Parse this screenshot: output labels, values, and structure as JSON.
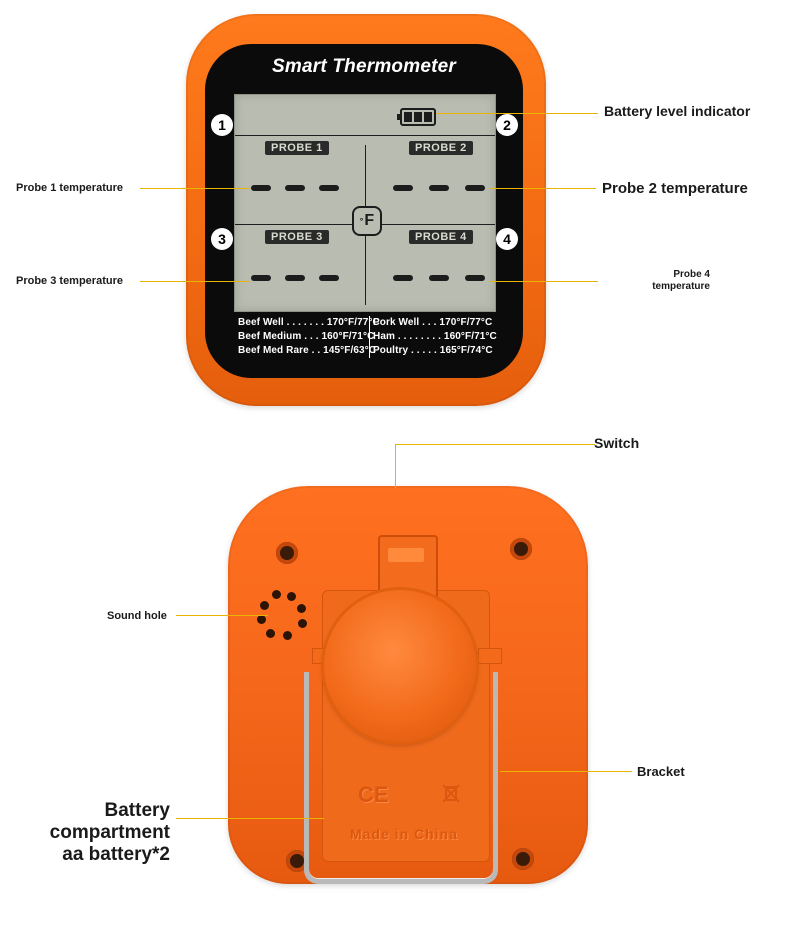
{
  "front": {
    "brand": "Smart Thermometer",
    "probes": [
      "PROBE 1",
      "PROBE 2",
      "PROBE 3",
      "PROBE 4"
    ],
    "numbers": [
      "1",
      "2",
      "3",
      "4"
    ],
    "unit": "F",
    "references_left": [
      "Beef Well . . . . . . . 170°F/77°C",
      "Beef Medium . . . 160°F/71°C",
      "Beef Med Rare . . 145°F/63°C"
    ],
    "references_right": [
      "Pork Well . . . 170°F/77°C",
      "Ham . . . . . . . . 160°F/71°C",
      "Poultry . . . . . 165°F/74°C"
    ]
  },
  "callouts": {
    "battery_level": "Battery level indicator",
    "probe1": "Probe 1 temperature",
    "probe2": "Probe 2 temperature",
    "probe3": "Probe 3 temperature",
    "probe4": "Probe 4 temperature",
    "switch": "Switch",
    "sound_hole": "Sound hole",
    "bracket": "Bracket",
    "battery_compartment": [
      "Battery",
      "compartment",
      "aa battery*2"
    ]
  },
  "back": {
    "ce_mark": "CE",
    "bin_icon": "crossed-bin-icon",
    "made_in": "Made in China"
  },
  "colors": {
    "shell_orange": "#f26a12",
    "lcd_background": "#b9bdb1",
    "callout_line": "#e8b400"
  }
}
